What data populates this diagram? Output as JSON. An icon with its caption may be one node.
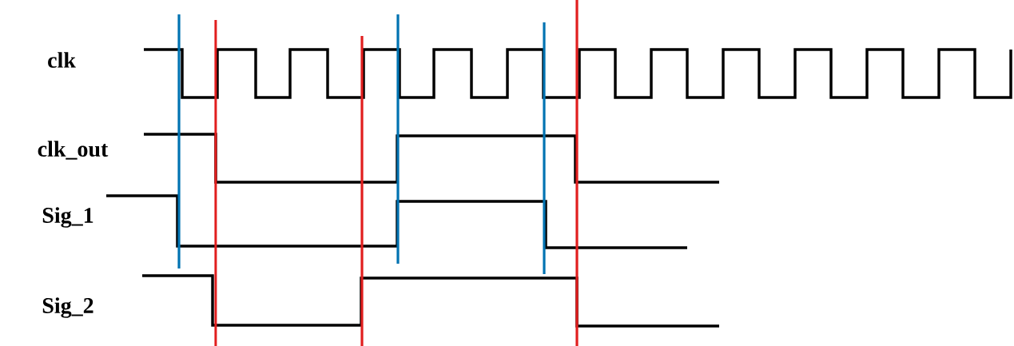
{
  "diagram": {
    "labels": [
      "clk",
      "clk_out",
      "Sig_1",
      "Sig_2"
    ]
  }
}
